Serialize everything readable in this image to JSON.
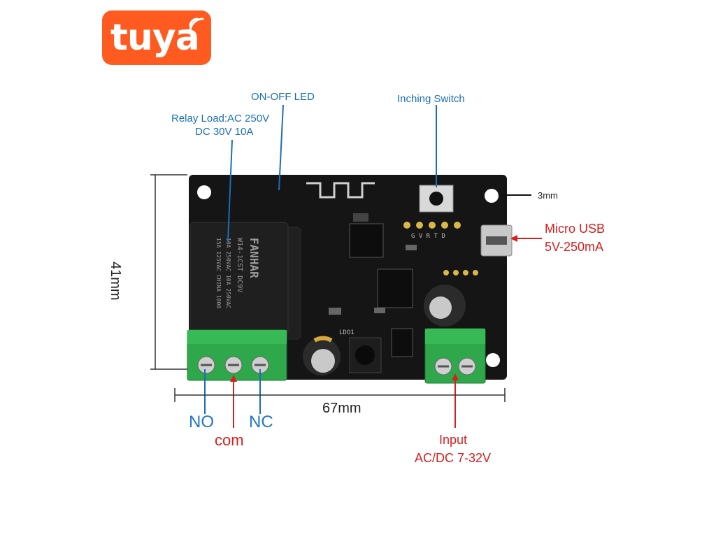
{
  "logo": {
    "text": "tuya",
    "color": "#ff5a1f"
  },
  "callouts": {
    "relay_load_line1": "Relay Load:AC 250V",
    "relay_load_line2": "DC 30V 10A",
    "on_off_led": "ON-OFF LED",
    "inching_switch": "Inching Switch",
    "hole": "3mm",
    "micro_usb_line1": "Micro USB",
    "micro_usb_line2": "5V-250mA",
    "input_line1": "Input",
    "input_line2": "AC/DC 7-32V"
  },
  "terminals": {
    "no": "NO",
    "com": "com",
    "nc": "NC"
  },
  "dimensions": {
    "height": "41mm",
    "width": "67mm"
  },
  "relay": {
    "brand": "FANHAR",
    "model": "W14-1CST DC9V",
    "rating1": "10A 250VAC  10A 250VAC",
    "rating2": "15A 125VAC  CHINA 1000"
  },
  "pcb_marks": {
    "ldo": "LDO1",
    "header": "G V R T D"
  },
  "colors": {
    "blue": "#1a6fb5",
    "red": "#d61f1f",
    "terminal": "#2ea84a",
    "pcb": "#151515"
  }
}
